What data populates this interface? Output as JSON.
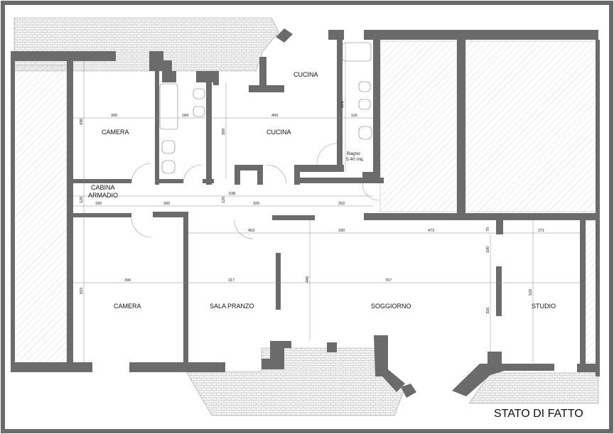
{
  "title": "STATO DI FATTO",
  "rooms": {
    "cucina_top": "CUCINA",
    "cucina": "CUCINA",
    "camera_top": "CAMERA",
    "cabina_1": "CABINA",
    "cabina_2": "ARMADIO",
    "bagno_1": "Bagno",
    "bagno_2": "5.40 mq.",
    "camera_bottom": "CAMERA",
    "sala_pranzo": "SALA PRANZO",
    "soggiorno": "SOGGIORNO",
    "studio": "STUDIO"
  },
  "dimensions": {
    "d300a": "300",
    "d184": "184",
    "d450": "450",
    "d116": "116",
    "d430": "430",
    "d350": "350",
    "d474": "474",
    "d638": "638",
    "d120a": "120",
    "d180a": "180",
    "d300b": "300",
    "d120b": "120",
    "d326": "326",
    "d262": "262",
    "d453": "453",
    "d180b": "180",
    "d473": "473",
    "d70": "70",
    "d271": "271",
    "d100": "100",
    "d815": "815",
    "d396": "396",
    "d317": "317",
    "d440": "440",
    "d767": "767",
    "d520": "520",
    "d316": "316"
  }
}
